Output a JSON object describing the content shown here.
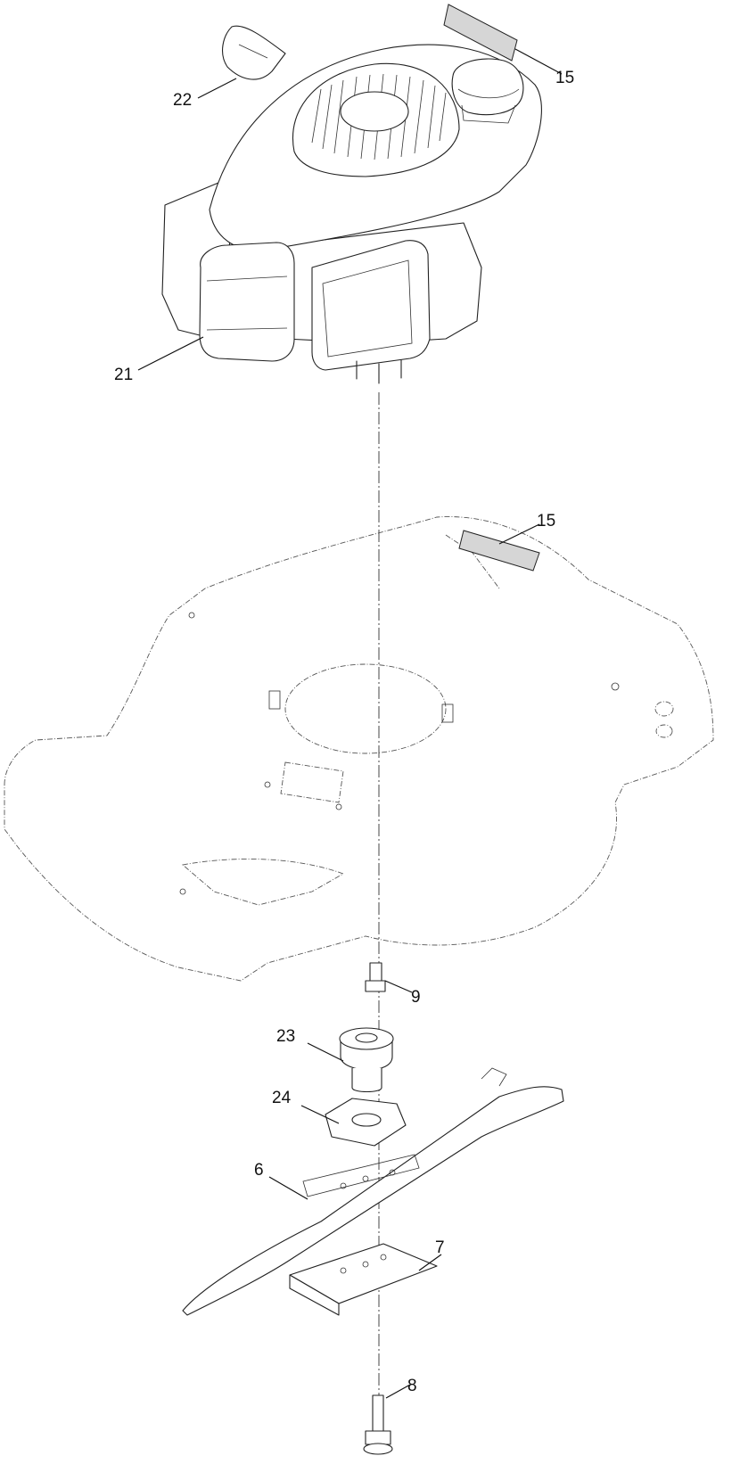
{
  "callouts": [
    {
      "id": "c15a",
      "label": "15"
    },
    {
      "id": "c22",
      "label": "22"
    },
    {
      "id": "c21",
      "label": "21"
    },
    {
      "id": "c15b",
      "label": "15"
    },
    {
      "id": "c9",
      "label": "9"
    },
    {
      "id": "c23",
      "label": "23"
    },
    {
      "id": "c24",
      "label": "24"
    },
    {
      "id": "c6",
      "label": "6"
    },
    {
      "id": "c7",
      "label": "7"
    },
    {
      "id": "c8",
      "label": "8"
    }
  ]
}
